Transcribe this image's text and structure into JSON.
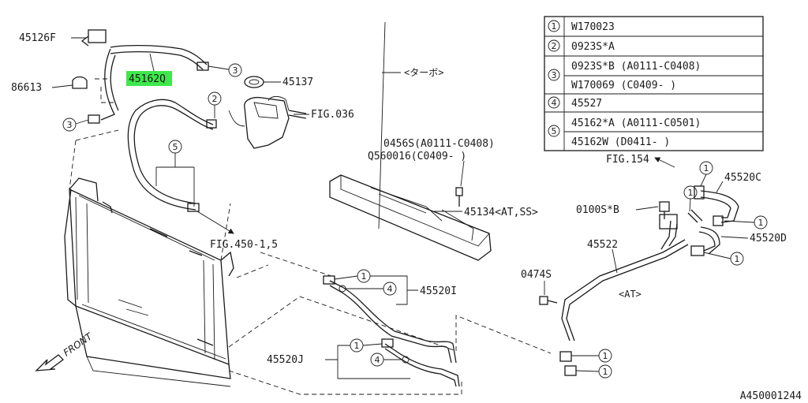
{
  "diagram": {
    "labels": {
      "p45126F": "45126F",
      "p86613": "86613",
      "p45162Q": "45162Q",
      "p45137": "45137",
      "fig036": "FIG.036",
      "turbo": "<ターボ>",
      "fig450": "FIG.450-1,5",
      "p0456S": "0456S(A0111-C0408)",
      "pQ560016": "Q560016(C0409-     )",
      "p45134": "45134<AT,SS>",
      "fig154": "FIG.154",
      "p45520C": "45520C",
      "p0100S": "0100S*B",
      "p45520D": "45520D",
      "p45522": "45522",
      "p0474S": "0474S",
      "at": "<AT>",
      "p45520I": "45520I",
      "p45520J": "45520J",
      "front": "FRONT",
      "diagram_id": "A450001244"
    },
    "callout_numbers": {
      "c1": "1",
      "c2": "2",
      "c3": "3",
      "c4": "4",
      "c5": "5"
    },
    "table": {
      "rows": [
        {
          "num": "1",
          "lines": [
            "W170023"
          ]
        },
        {
          "num": "2",
          "lines": [
            "0923S*A"
          ]
        },
        {
          "num": "3",
          "lines": [
            "0923S*B  (A0111-C0408)",
            "W170069  (C0409-     )"
          ]
        },
        {
          "num": "4",
          "lines": [
            "45527"
          ]
        },
        {
          "num": "5",
          "lines": [
            "45162*A  (A0111-C0501)",
            "45162W   (D0411-     )"
          ]
        }
      ]
    },
    "highlight_color": "#3de84a"
  }
}
